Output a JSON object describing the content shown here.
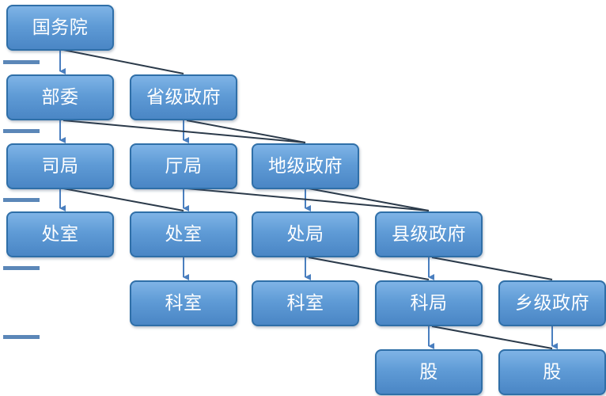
{
  "nodes": {
    "guowuyuan": "国务院",
    "buwei": "部委",
    "shengji": "省级政府",
    "siju": "司局",
    "tingju": "厅局",
    "diji": "地级政府",
    "chushi1": "处室",
    "chushi2": "处室",
    "chuju": "处局",
    "xianji": "县级政府",
    "keshi1": "科室",
    "keshi2": "科室",
    "keju": "科局",
    "xiangji": "乡级政府",
    "bottom1": "股",
    "bottom2": "股"
  },
  "colors": {
    "node_fill": "#5f9bd6",
    "node_border": "#2f6fa8",
    "connector": "#2b3a4a",
    "arrow": "#4a7fbf",
    "left_bar": "#5b87b8"
  }
}
